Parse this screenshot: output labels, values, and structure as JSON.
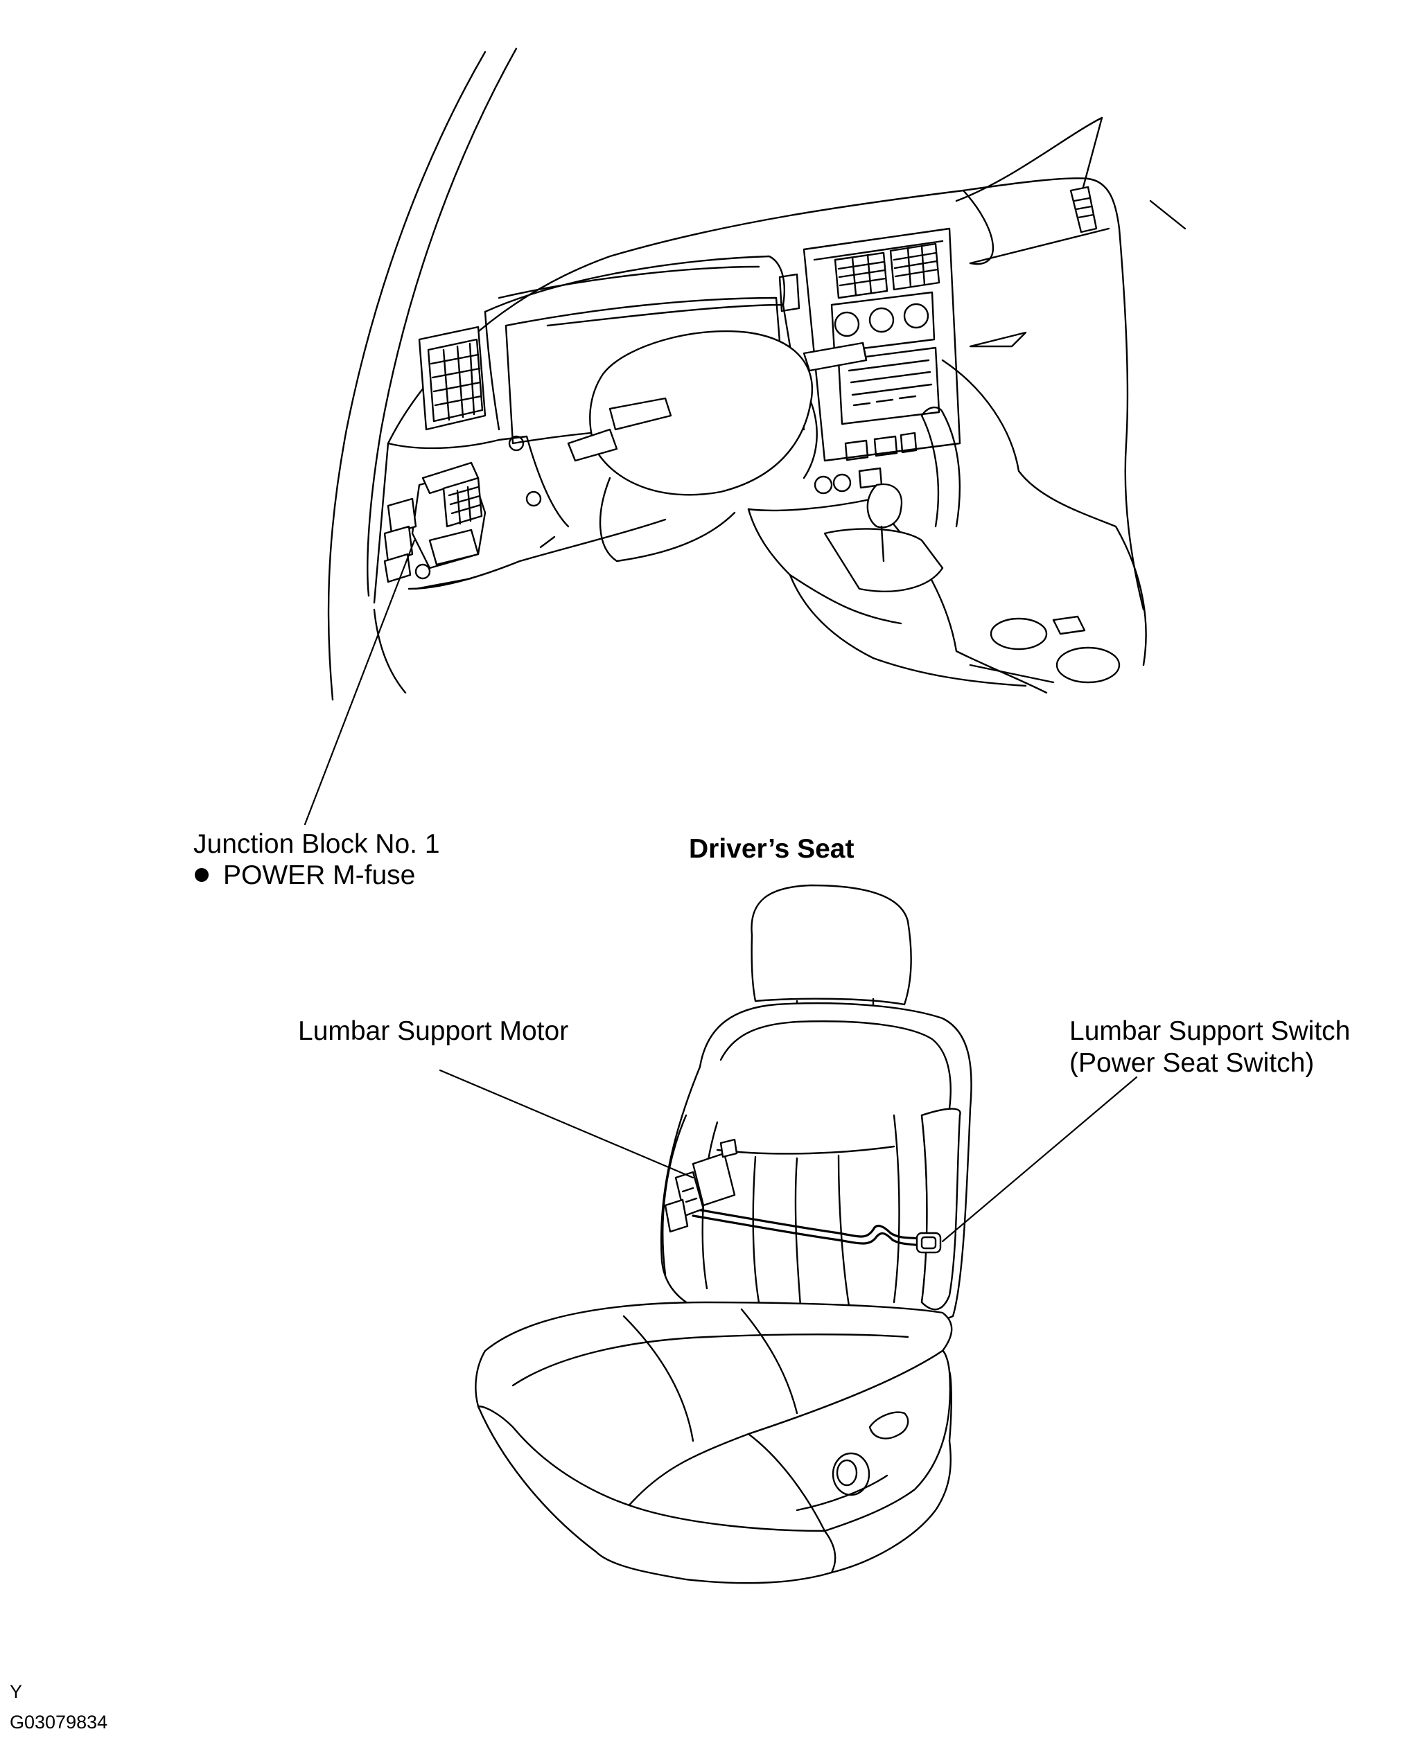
{
  "labels": {
    "junction_block": {
      "line1": "Junction Block No. 1",
      "line2": "POWER  M-fuse"
    },
    "drivers_seat": "Driver’s Seat",
    "lumbar_motor": "Lumbar Support Motor",
    "lumbar_switch": {
      "line1": "Lumbar Support Switch",
      "line2": "(Power Seat Switch)"
    }
  },
  "footer": {
    "code_letter": "Y",
    "figure_id": "G03079834"
  }
}
